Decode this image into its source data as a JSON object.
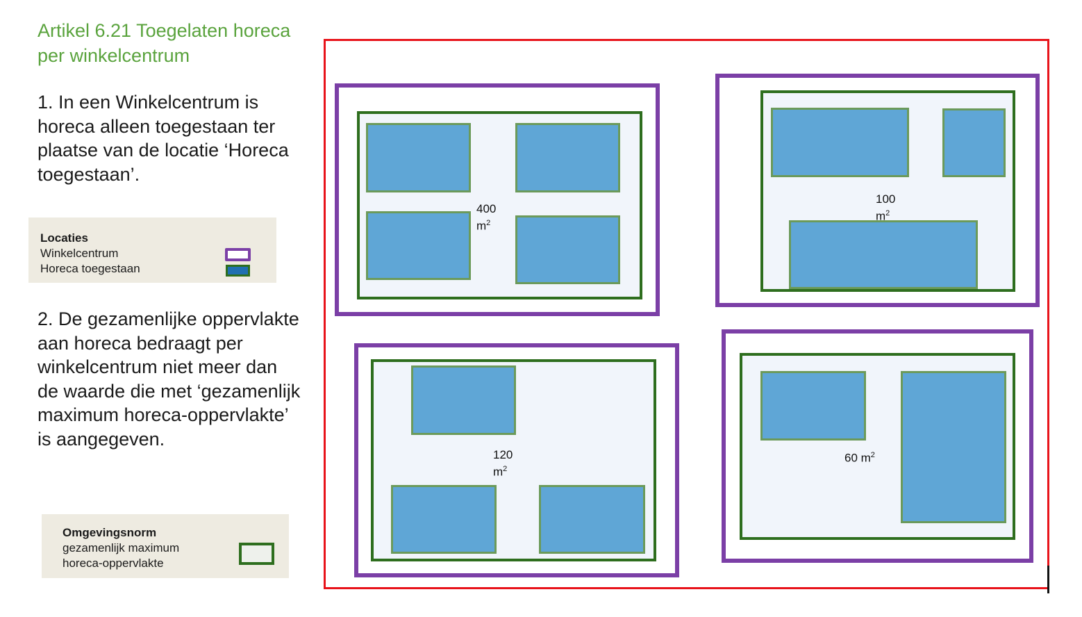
{
  "title": "Artikel 6.21 Toegelaten horeca per winkelcentrum",
  "paragraph_1": "1. In een Winkelcentrum is horeca alleen toegestaan ter plaatse van de locatie ‘Horeca toegestaan’.",
  "paragraph_2": "2. De gezamenlijke oppervlakte aan horeca bedraagt per winkelcentrum niet meer dan de waarde die met ‘gezamenlijk maximum horeca-oppervlakte’ is aangegeven.",
  "legend_locaties": {
    "heading": "Locaties",
    "item_1": "Winkelcentrum",
    "item_2": "Horeca toegestaan"
  },
  "legend_omgevingsnorm": {
    "heading": "Omgevingsnorm",
    "line_1": "gezamenlijk maximum",
    "line_2": "horeca-oppervlakte"
  },
  "centres": [
    {
      "value": "400",
      "unit": "m",
      "exp": "2"
    },
    {
      "value": "100",
      "unit": "m",
      "exp": "2"
    },
    {
      "value": "120",
      "unit": "m",
      "exp": "2"
    },
    {
      "value": "60 m",
      "exp": "2"
    }
  ],
  "colors": {
    "title": "#5aa33d",
    "plan_boundary": "#e8131a",
    "winkelcentrum": "#7b3fa6",
    "horeca_toegestaan": "#2e6e1e",
    "building": "#5fa6d6"
  }
}
